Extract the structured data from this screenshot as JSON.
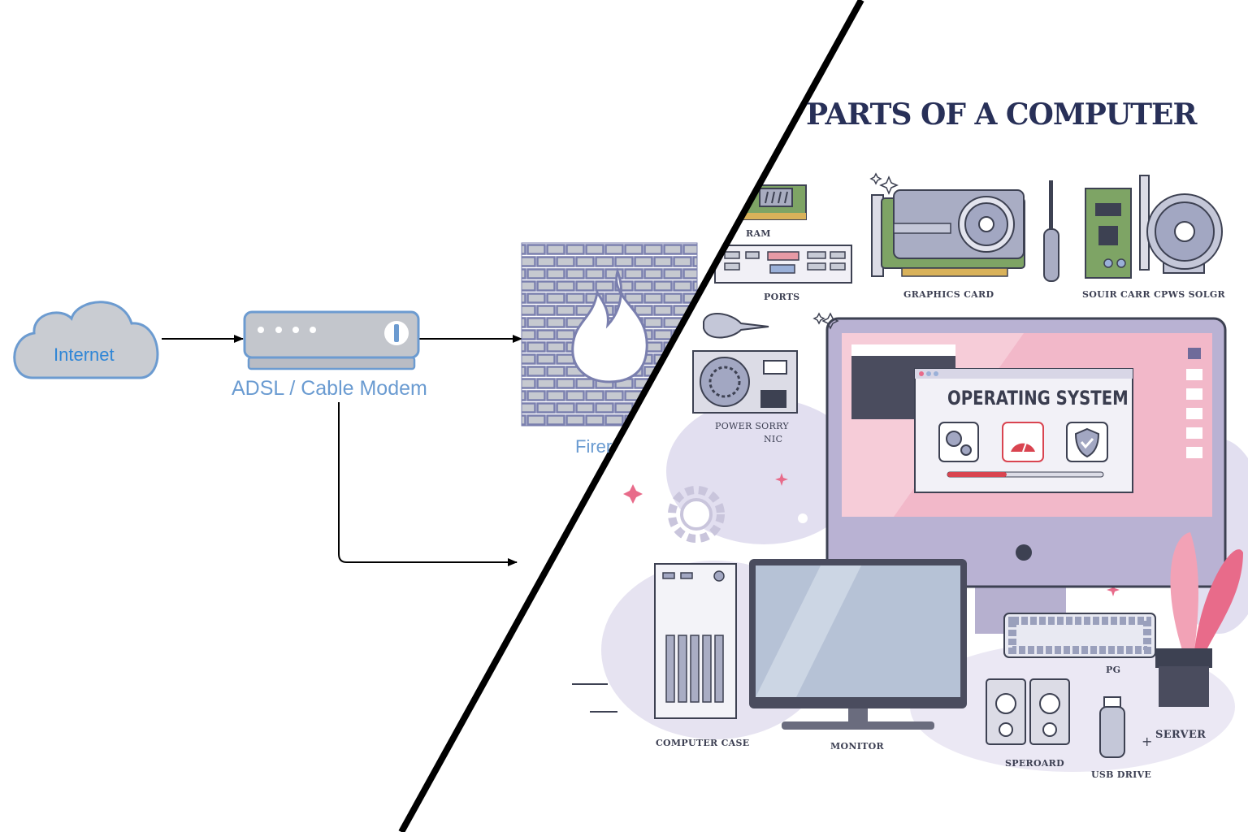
{
  "network_diagram": {
    "internet_label": "Internet",
    "modem_label": "ADSL / Cable Modem",
    "firewall_label_partial": "Firer"
  },
  "parts_illustration": {
    "title": "PARTS OF A COMPUTER",
    "labels": {
      "ram": "RAM",
      "ports": "PORTS",
      "graphics_card": "GRAPHICS CARD",
      "sound_card": "SOUIR CARR",
      "cpu_cooler": "CPWS SOLGR",
      "power_supply_line1": "POWER SORRY",
      "power_supply_line2": "NIC",
      "operating_system": "OPERATING SYSTEM",
      "computer_case": "COMPUTER CASE",
      "monitor": "MONITOR",
      "speakers": "SPEROARD",
      "usb_drive": "USB DRIVE",
      "keyboard": "PG",
      "server": "SERVER"
    },
    "os_progress": 0.38,
    "colors": {
      "title": "#283058",
      "accent_pink": "#e86b8a",
      "accent_red": "#d94450",
      "lavender": "#c9c3de",
      "pcb_green": "#6e9a5a"
    }
  }
}
